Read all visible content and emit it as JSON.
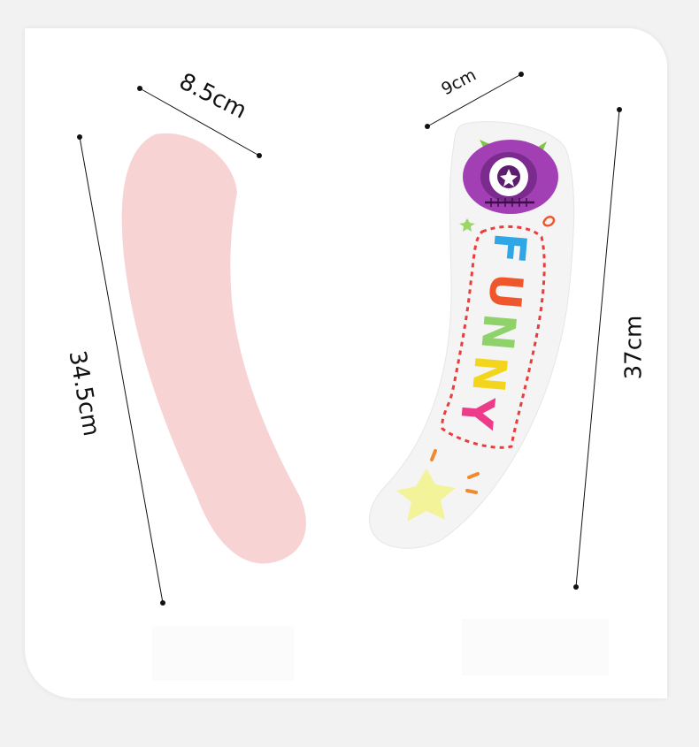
{
  "dimensions": {
    "left_width": "8.5cm",
    "left_length": "34.5cm",
    "right_width": "9cm",
    "right_length": "37cm"
  },
  "decal": {
    "text": "FUNNY",
    "letter_colors": [
      "#2fa6e6",
      "#f0562b",
      "#8fd16a",
      "#f2d51c",
      "#ec3b88"
    ]
  },
  "colors": {
    "left_piece": "#f8d3d4",
    "right_piece": "#f4f4f4",
    "monster": "#a23fb5"
  }
}
